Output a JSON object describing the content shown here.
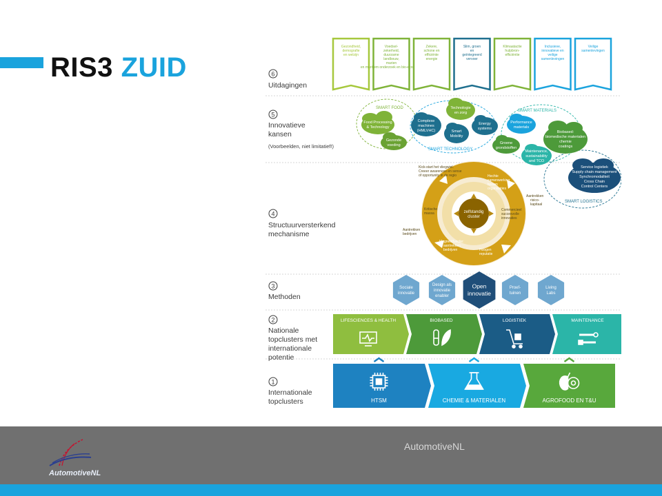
{
  "title": {
    "part1": "RIS3",
    "part2": "ZUID"
  },
  "footer": {
    "text": "AutomotiveNL",
    "logo_text": "AutomotiveNL"
  },
  "sections": {
    "uitdagingen": {
      "num": "6",
      "label": "Uitdagingen"
    },
    "kansen": {
      "num": "5",
      "label1": "Innovatieve",
      "label2": "kansen",
      "note": "(Voorbeelden, niet limitatief!)"
    },
    "mechanisme": {
      "num": "4",
      "label1": "Structuurversterkend",
      "label2": "mechanisme"
    },
    "methoden": {
      "num": "3",
      "label": "Methoden"
    },
    "nationale": {
      "num": "2",
      "label1": "Nationale",
      "label2": "topclusters met",
      "label3": "internationale",
      "label4": "potentie"
    },
    "internationale": {
      "num": "1",
      "label1": "Internationale",
      "label2": "topclusters"
    }
  },
  "challenges": [
    {
      "l1": "Gezondheid,",
      "l2": "demografie",
      "l3": "en welzijn",
      "l4": "",
      "l5": "",
      "l6": "",
      "color": "#a6c83c"
    },
    {
      "l1": "Voedsel-",
      "l2": "zekerheid,",
      "l3": "duurzame",
      "l4": "landbouw,",
      "l5": "marien",
      "l6": "en maritiem onderzoek en bio-economie",
      "color": "#7fb338"
    },
    {
      "l1": "Zekere,",
      "l2": "schone en",
      "l3": "efficiënte",
      "l4": "energie",
      "l5": "",
      "l6": "",
      "color": "#7fb338"
    },
    {
      "l1": "Slim, groen",
      "l2": "en",
      "l3": "geïntegreerd",
      "l4": "vervoer",
      "l5": "",
      "l6": "",
      "color": "#1e6f8e"
    },
    {
      "l1": "Klimaatactie",
      "l2": "hulpbron-",
      "l3": "efficiëntie",
      "l4": "",
      "l5": "",
      "l6": "",
      "color": "#7fb338"
    },
    {
      "l1": "Inclusieve,",
      "l2": "innovatieve en",
      "l3": "veilige",
      "l4": "samenlevingen",
      "l5": "",
      "l6": "",
      "color": "#1aa3dd"
    },
    {
      "l1": "Veilige",
      "l2": "samenlevingen",
      "l3": "",
      "l4": "",
      "l5": "",
      "l6": "",
      "color": "#1aa3dd"
    }
  ],
  "kansen": {
    "smart_food": "SMART FOOD",
    "smart_technology": "SMART TECHNOLOGY",
    "smart_materials": "SMART MATERIALS",
    "smart_logistics": "SMART LOGISTICS",
    "food_processing_1": "Food Processing",
    "food_processing_2": "& Technology",
    "gezonde_1": "Gezonde",
    "gezonde_2": "voeding",
    "complexe_1": "Complexe",
    "complexe_2": "machines",
    "complexe_3": "(HMLVHC)",
    "technologie_1": "Technologie",
    "technologie_2": "en zorg",
    "smart_mobility_1": "Smart",
    "smart_mobility_2": "Mobility",
    "energy_1": "Energy",
    "energy_2": "systems",
    "performance_1": "Performance",
    "performance_2": "materials",
    "biobased_1": "Biobased:",
    "biobased_2": "biomedische materialen",
    "biobased_3": "chemie",
    "biobased_4": "coatings",
    "groene_1": "Groene",
    "groene_2": "grondstoffen",
    "maintenance_1": "Maintenance,",
    "maintenance_2": "sustainability",
    "maintenance_3": "and TCO",
    "logistics_1": "Service logistiek",
    "logistics_2": "Supply chain management",
    "logistics_3": "Synchromodaliteit",
    "logistics_4": "Cross Chain",
    "logistics_5": "Control Centers"
  },
  "mechanism": {
    "center_1": "zelfstandig",
    "center_2": "cluster",
    "kickstart_1": "Kick-start het vliegwiel.",
    "kickstart_2": "Creeer awareness en sense",
    "kickstart_3": "of opportunity in de regio",
    "hechte_1": "Hechte",
    "hechte_2": "samenwerking",
    "hechte_3": "tussen",
    "hechte_4": "organisaties",
    "commercieel_1": "Commercieel",
    "commercieel_2": "succesvolle",
    "commercieel_3": "innovaties",
    "risico_1": "Aantrekken",
    "risico_2": "risico-",
    "risico_3": "kapitaal",
    "kritische_1": "Kritische",
    "kritische_2": "massa",
    "aantrekken_b_1": "Aantrekken",
    "aantrekken_b_2": "bedrijven",
    "magneet_1": "Magneetfunctie:",
    "magneet_2": "aantrekken",
    "magneet_3": "bedrijven",
    "reputatie_1": "Hoogen",
    "reputatie_2": "reputatie"
  },
  "methods": [
    {
      "l1": "Sociale",
      "l2": "innovatie",
      "color": "#6fa7cf"
    },
    {
      "l1": "Design als",
      "l2": "innovatie",
      "l3": "enabler",
      "color": "#6fa7cf"
    },
    {
      "l1": "Open",
      "l2": "innovatie",
      "color": "#1f4e79"
    },
    {
      "l1": "Proef-",
      "l2": "tuinen",
      "color": "#6fa7cf"
    },
    {
      "l1": "Living",
      "l2": "Labs",
      "color": "#6fa7cf"
    }
  ],
  "national": [
    {
      "label": "LIFESCIENCES & HEALTH",
      "color": "#8fbe3f",
      "icon": "monitor-icon"
    },
    {
      "label": "BIOBASED",
      "color": "#4d9a3a",
      "icon": "tube-leaf-icon"
    },
    {
      "label": "LOGISTIEK",
      "color": "#1b5c86",
      "icon": "trolley-icon"
    },
    {
      "label": "MAINTENANCE",
      "color": "#2bb5a8",
      "icon": "tools-icon"
    }
  ],
  "international": [
    {
      "label": "HTSM",
      "color": "#1e82c1",
      "icon": "chip-icon"
    },
    {
      "label": "CHEMIE & MATERIALEN",
      "color": "#19a9e1",
      "icon": "flask-icon"
    },
    {
      "label": "AGROFOOD EN T&U",
      "color": "#58a83c",
      "icon": "apple-gear-icon"
    }
  ]
}
